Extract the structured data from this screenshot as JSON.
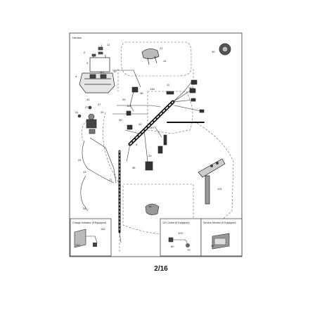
{
  "header": {
    "code": "Harness"
  },
  "inset_boxes": {
    "charge_indicator": "Charge Indicator (If Equipped)",
    "outlet_12v": "12V Outlet (If Equipped)",
    "service_monitor": "Service Monitor (If Equipped)"
  },
  "callouts": {
    "c1": "1",
    "c2": "2",
    "c3": "3",
    "c4": "4",
    "c9": "9",
    "c10": "10",
    "c11": "11",
    "c12": "12",
    "c13": "13",
    "c14": "14",
    "c20": "20",
    "c21": "21",
    "c24": "24",
    "c25": "25",
    "c26": "26",
    "c27": "27",
    "c28": "28",
    "c30": "30",
    "c36": "36",
    "c37": "37",
    "c38": "38",
    "c40": "40",
    "c41": "41",
    "c42": "42",
    "c43": "43",
    "c45": "45",
    "c46": "46",
    "c71": "71",
    "c79": "79",
    "c80": "80",
    "c101": "101",
    "c103": "103",
    "c140": "140",
    "c141": "141",
    "c142": "142",
    "c143": "143",
    "c144": "144",
    "c148": "148",
    "c149": "149"
  },
  "footer": {
    "page": "2/16"
  }
}
